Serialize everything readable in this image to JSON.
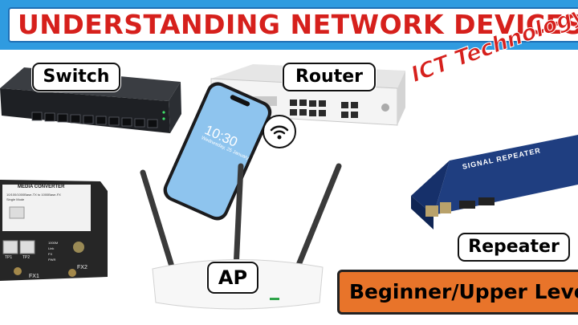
{
  "banner": {
    "title": "UNDERSTANDING NETWORK DEVICES"
  },
  "labels": {
    "switch": "Switch",
    "router": "Router",
    "ap": "AP",
    "repeater": "Repeater"
  },
  "tagline": "ICT Technology",
  "level": "Beginner/Upper Level",
  "phone": {
    "time": "10:30",
    "date": "Wednesday, 25 January"
  },
  "media_converter": {
    "title": "MEDIA CONVERTER",
    "spec": "10/100/1000Base-TX to 1000Base-FX",
    "mode": "Single Mode",
    "ports": [
      "TP1",
      "TP2",
      "FX1",
      "FX2"
    ],
    "indicators": [
      "1000M",
      "Link",
      "FX",
      "PWR"
    ]
  },
  "repeater_device": {
    "label": "SIGNAL REPEATER"
  },
  "colors": {
    "banner_bg": "#2f9be0",
    "title_red": "#d6201c",
    "level_orange": "#e8742a"
  }
}
